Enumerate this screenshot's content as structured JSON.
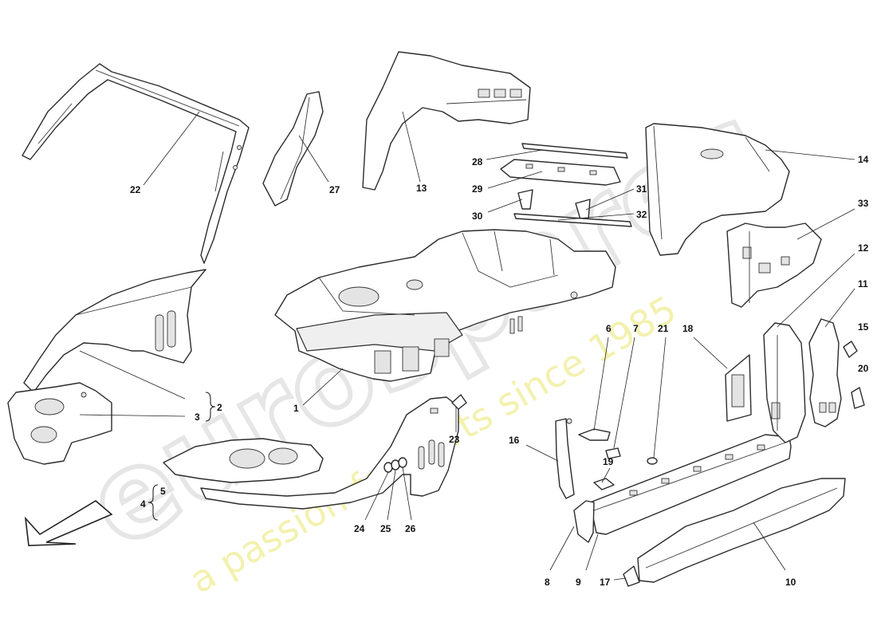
{
  "watermark": {
    "logo": "eurospares",
    "tagline": "a passion for parts since 1985"
  },
  "callouts": [
    "1",
    "2",
    "3",
    "4",
    "5",
    "6",
    "7",
    "8",
    "9",
    "10",
    "11",
    "12",
    "13",
    "14",
    "15",
    "16",
    "17",
    "18",
    "19",
    "20",
    "21",
    "22",
    "23",
    "24",
    "25",
    "26",
    "27",
    "28",
    "29",
    "30",
    "31",
    "32",
    "33"
  ],
  "direction_arrow": "front-direction-arrow"
}
